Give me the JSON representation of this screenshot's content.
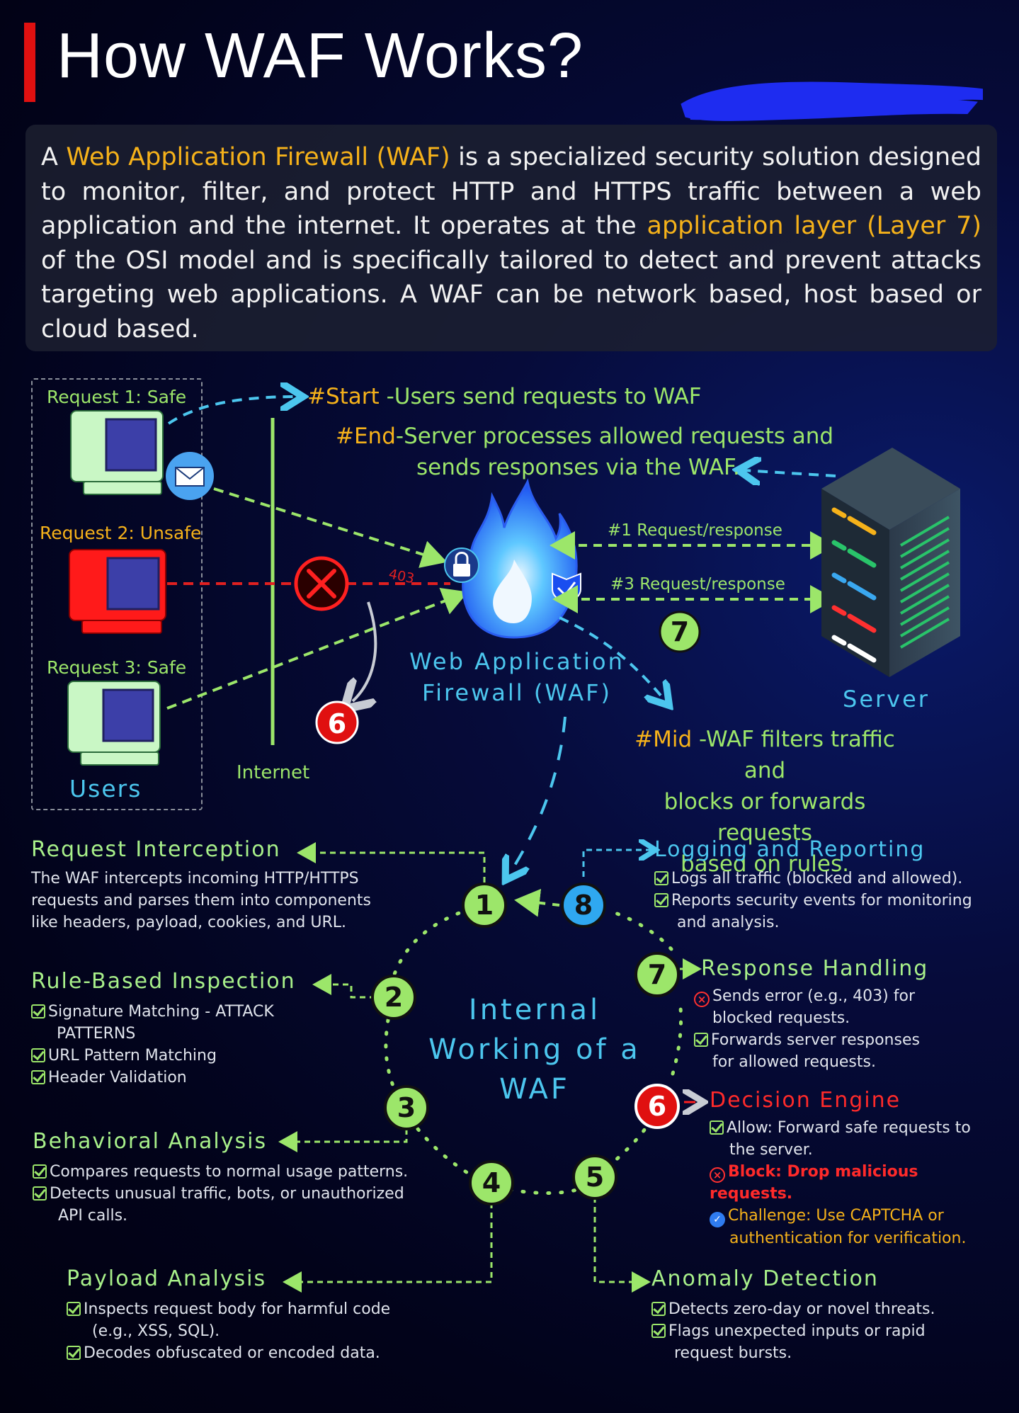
{
  "title": "How WAF Works?",
  "intro": {
    "p1": "A ",
    "h1": "Web Application Firewall (WAF)",
    "p2": " is a specialized security solution designed to monitor, filter, and protect HTTP and HTTPS traffic between a web application and the internet. It operates at the ",
    "h2": "application layer (Layer 7)",
    "p3": " of the OSI model and is specifically tailored to detect and prevent attacks targeting web applications. A WAF can be network based, host based or cloud based."
  },
  "diagram": {
    "request1": "Request 1: Safe",
    "request2": "Request 2: Unsafe",
    "request3": "Request 3: Safe",
    "users": "Users",
    "internet": "Internet",
    "code403": "403",
    "start_tag": "#Start",
    "start_text": " -Users send requests to WAF",
    "end_tag": "#End",
    "end_text1": "-Server processes allowed requests and",
    "end_text2": "sends responses via the WAF.",
    "rr1": "#1 Request/response",
    "rr3": "#3 Request/response",
    "waf_line1": "Web Application",
    "waf_line2": "Firewall (WAF)",
    "server": "Server",
    "mid_tag": "#Mid",
    "mid_text1": " -WAF filters traffic and",
    "mid_text2": "blocks or forwards requests",
    "mid_text3": "based on rules.",
    "num6": "6",
    "num7": "7"
  },
  "center": {
    "line1": "Internal",
    "line2": "Working of a",
    "line3": "WAF"
  },
  "steps": {
    "n1": "1",
    "n2": "2",
    "n3": "3",
    "n4": "4",
    "n5": "5",
    "n6": "6",
    "n7": "7",
    "n8": "8"
  },
  "sections": {
    "interception": {
      "title": "Request Interception",
      "body": "The WAF intercepts incoming HTTP/HTTPS requests and parses them into components like headers, payload, cookies, and URL."
    },
    "rule": {
      "title": "Rule-Based Inspection",
      "i1a": "Signature  Matching  -  ATTACK",
      "i1b": "PATTERNS",
      "i2": "URL Pattern Matching",
      "i3": "Header Validation"
    },
    "behavioral": {
      "title": "Behavioral Analysis",
      "i1": "Compares requests to normal usage patterns.",
      "i2a": "Detects  unusual  traffic,  bots,  or  unauthorized",
      "i2b": "API calls."
    },
    "payload": {
      "title": "Payload Analysis",
      "i1a": "Inspects request body for harmful code",
      "i1b": "(e.g., XSS, SQL).",
      "i2": "Decodes obfuscated or encoded data."
    },
    "logging": {
      "title": "Logging and Reporting",
      "i1": "Logs all traffic (blocked and allowed).",
      "i2a": "Reports security events for monitoring",
      "i2b": "and analysis."
    },
    "response": {
      "title": "Response Handling",
      "i1a": "Sends  error  (e.g.,  403)  for",
      "i1b": "blocked requests.",
      "i2a": "Forwards server responses",
      "i2b": "for allowed requests."
    },
    "decision": {
      "title": "Decision Engine",
      "i1a": "Allow:  Forward  safe  requests  to",
      "i1b": "the server.",
      "i2": "Block: Drop malicious requests.",
      "i3a": "Challenge:    Use    CAPTCHA    or",
      "i3b": "authentication for verification."
    },
    "anomaly": {
      "title": "Anomaly Detection",
      "i1": "Detects zero-day or novel threats.",
      "i2a": "Flags unexpected inputs or rapid",
      "i2b": "request bursts."
    }
  },
  "colors": {
    "accent_red": "#e01010",
    "highlight": "#f6b21a",
    "green": "#9ce66a",
    "cyan": "#4cc6ee"
  },
  "icons": [
    "computer-icon",
    "envelope-icon",
    "blocked-x-icon",
    "firewall-flame-icon",
    "lock-icon",
    "check-shield-icon",
    "server-rack-icon",
    "checkbox-icon"
  ]
}
